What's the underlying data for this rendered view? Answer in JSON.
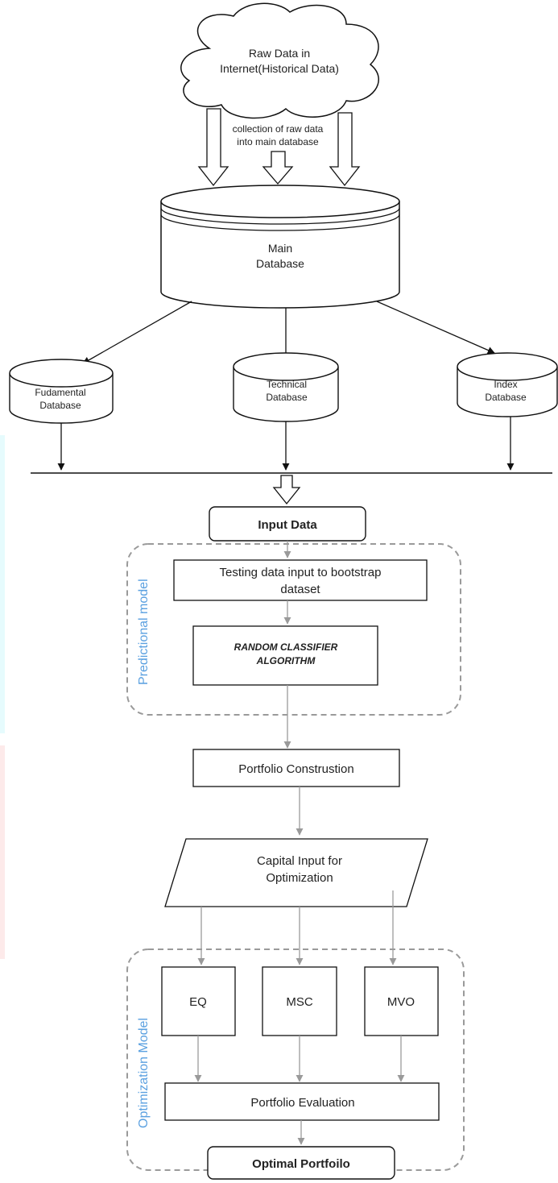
{
  "cloud": {
    "line1": "Raw Data in",
    "line2": "Internet(Historical Data)"
  },
  "collection_note": {
    "line1": "collection of raw data",
    "line2": "into main database"
  },
  "main_db": {
    "line1": "Main",
    "line2": "Database"
  },
  "sub_dbs": {
    "fundamental": {
      "line1": "Fudamental",
      "line2": "Database"
    },
    "technical": {
      "line1": "Technical",
      "line2": "Database"
    },
    "index": {
      "line1": "Index",
      "line2": "Database"
    }
  },
  "input_data": "Input Data",
  "predictional_group": {
    "label": "Predictional model",
    "testing": {
      "line1": "Testing data input to bootstrap",
      "line2": "dataset"
    },
    "classifier": {
      "line1": "RANDOM CLASSIFIER",
      "line2": "ALGORITHM"
    }
  },
  "portfolio_construction": "Portfolio Construstion",
  "capital_input": {
    "line1": "Capital Input for",
    "line2": "Optimization"
  },
  "optimization_group": {
    "label": "Optimization Model",
    "methods": [
      "EQ",
      "MSC",
      "MVO"
    ],
    "evaluation": "Portfolio Evaluation"
  },
  "optimal_portfolio": "Optimal Portfoilo",
  "colors": {
    "group_label": "#5aa0e0",
    "dashed_border": "#9a9a9a",
    "side_tint_top": "#e6fbfd",
    "side_tint_bottom": "#fdeaea"
  }
}
